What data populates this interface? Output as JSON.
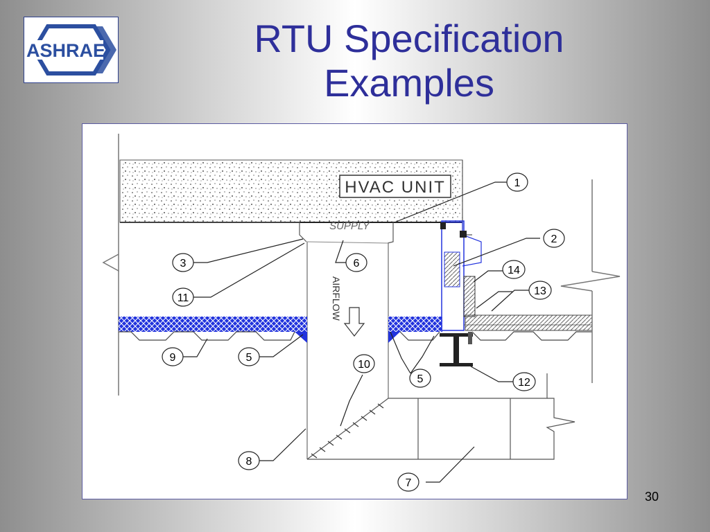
{
  "logo": {
    "text": "ASHRAE"
  },
  "title": {
    "line1": "RTU Specification",
    "line2": "Examples"
  },
  "diagram": {
    "unit_label": "HVAC UNIT",
    "supply_label": "SUPPLY",
    "airflow_label": "AIRFLOW",
    "callouts": [
      "1",
      "2",
      "3",
      "5",
      "5",
      "6",
      "7",
      "8",
      "9",
      "10",
      "11",
      "12",
      "13",
      "14"
    ]
  },
  "page_number": "30",
  "colors": {
    "title": "#2e2f9a",
    "insulation": "#2233dd",
    "logo": "#2c4fa0"
  }
}
